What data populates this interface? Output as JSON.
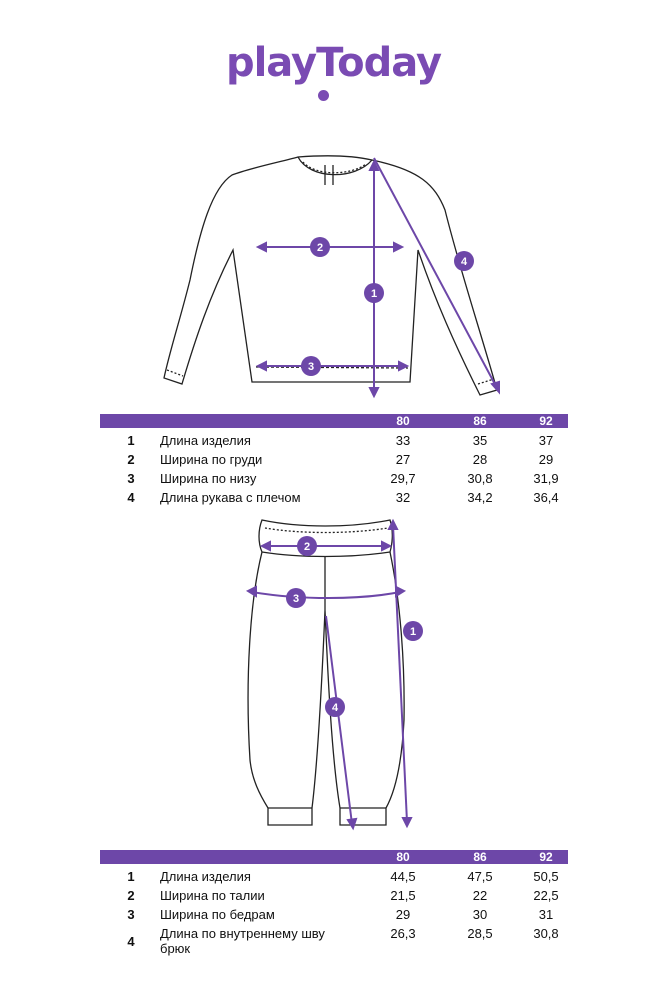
{
  "brand": {
    "logo_text": "playToday",
    "accent": "#6d47a8",
    "line_color": "#222222"
  },
  "top_table": {
    "sizes": [
      "80",
      "86",
      "92"
    ],
    "rows": [
      {
        "num": "1",
        "label": "Длина изделия",
        "values": [
          "33",
          "35",
          "37"
        ]
      },
      {
        "num": "2",
        "label": "Ширина по груди",
        "values": [
          "27",
          "28",
          "29"
        ]
      },
      {
        "num": "3",
        "label": "Ширина по низу",
        "values": [
          "29,7",
          "30,8",
          "31,9"
        ]
      },
      {
        "num": "4",
        "label": "Длина рукава с плечом",
        "values": [
          "32",
          "34,2",
          "36,4"
        ]
      }
    ]
  },
  "bottom_table": {
    "sizes": [
      "80",
      "86",
      "92"
    ],
    "rows": [
      {
        "num": "1",
        "label": "Длина изделия",
        "values": [
          "44,5",
          "47,5",
          "50,5"
        ]
      },
      {
        "num": "2",
        "label": "Ширина по талии",
        "values": [
          "21,5",
          "22",
          "22,5"
        ]
      },
      {
        "num": "3",
        "label": "Ширина по бедрам",
        "values": [
          "29",
          "30",
          "31"
        ]
      },
      {
        "num": "4",
        "label": "Длина по внутреннему шву брюк",
        "values": [
          "26,3",
          "28,5",
          "30,8"
        ]
      }
    ]
  },
  "shirt_markers": [
    "1",
    "2",
    "3",
    "4"
  ],
  "pants_markers": [
    "1",
    "2",
    "3",
    "4"
  ]
}
